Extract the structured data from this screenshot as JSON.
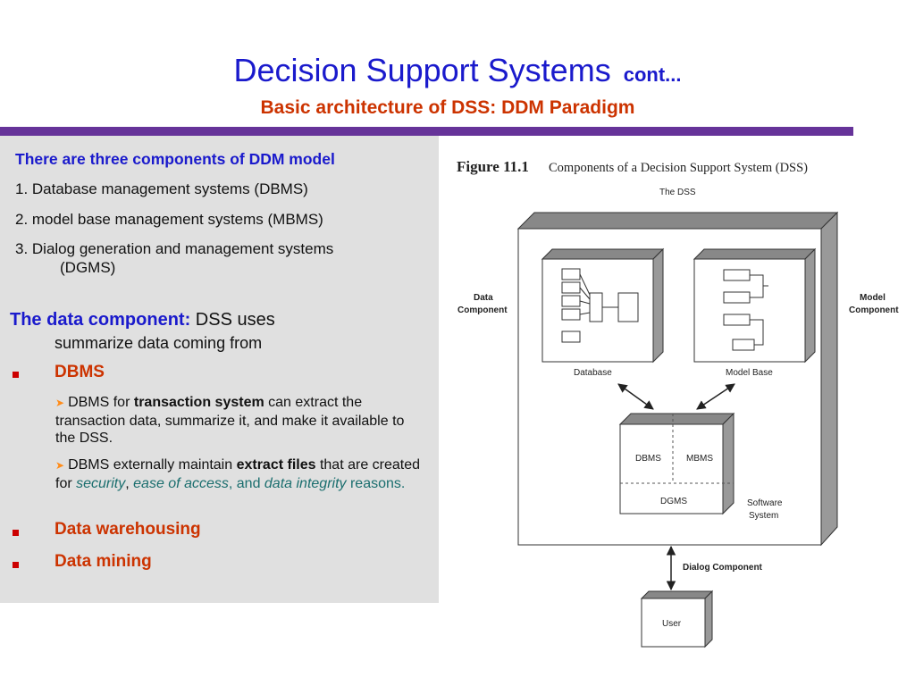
{
  "slide": {
    "title": "Decision Support Systems",
    "title_suffix": "cont...",
    "subtitle": "Basic architecture of DSS: DDM Paradigm"
  },
  "left": {
    "heading": "There are three components of DDM model",
    "items": [
      "1. Database management systems (DBMS)",
      "2. model base management systems (MBMS)",
      "3. Dialog generation and management systems",
      "(DGMS)"
    ],
    "data_component_label": "The data component:",
    "data_component_text": " DSS uses",
    "data_component_text2": "summarize data coming from",
    "bullets": [
      "DBMS",
      "Data warehousing",
      "Data mining"
    ],
    "sub1": {
      "a": "DBMS for ",
      "b": "transaction system",
      "c": " can extract the transaction data, summarize it, and make it available to the DSS."
    },
    "sub2": {
      "a": "DBMS externally maintain ",
      "b": "extract files",
      "c": " that are created for ",
      "d": "security",
      "e": ", ",
      "f": "ease of access",
      "g": ", and ",
      "h": "data integrity",
      "i": " reasons."
    }
  },
  "figure": {
    "fig_number": "Figure 11.1",
    "caption": "Components of a Decision Support System (DSS)",
    "the_dss": "The DSS",
    "data_component_1": "Data",
    "data_component_2": "Component",
    "model_component_1": "Model",
    "model_component_2": "Component",
    "database": "Database",
    "model_base": "Model Base",
    "dbms": "DBMS",
    "mbms": "MBMS",
    "dgms": "DGMS",
    "software_1": "Software",
    "software_2": "System",
    "dialog_component": "Dialog Component",
    "user": "User"
  },
  "colors": {
    "title_blue": "#1a1acc",
    "subtitle_red": "#cc3300",
    "divider_purple": "#663399",
    "panel_gray": "#e0e0e0",
    "bullet_red": "#cc0000",
    "italic_teal": "#1a6e6e"
  }
}
